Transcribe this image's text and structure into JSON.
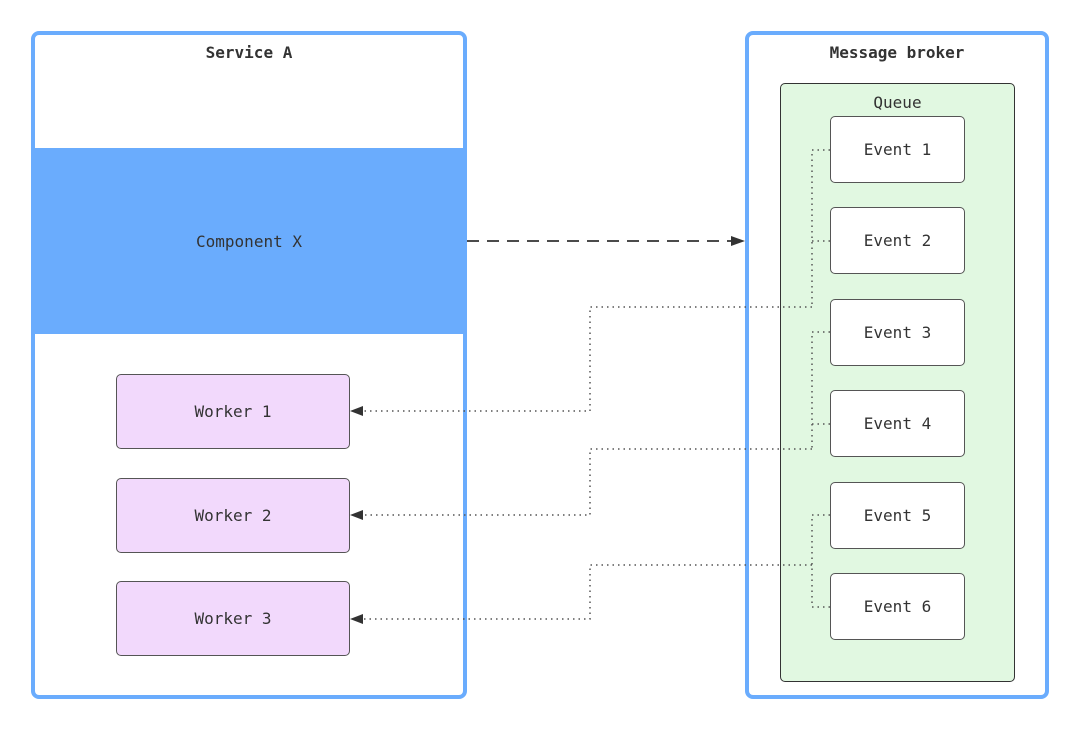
{
  "service_a": {
    "title": "Service A",
    "component": "Component X",
    "workers": [
      "Worker 1",
      "Worker 2",
      "Worker 3"
    ]
  },
  "broker": {
    "title": "Message broker",
    "queue": {
      "label": "Queue",
      "events": [
        "Event 1",
        "Event 2",
        "Event 3",
        "Event 4",
        "Event 5",
        "Event 6"
      ]
    }
  },
  "colors": {
    "container_border": "#6aacfd",
    "component_fill": "#6aacfd",
    "worker_fill": "#f2d9fc",
    "queue_fill": "#e1f8e1"
  }
}
